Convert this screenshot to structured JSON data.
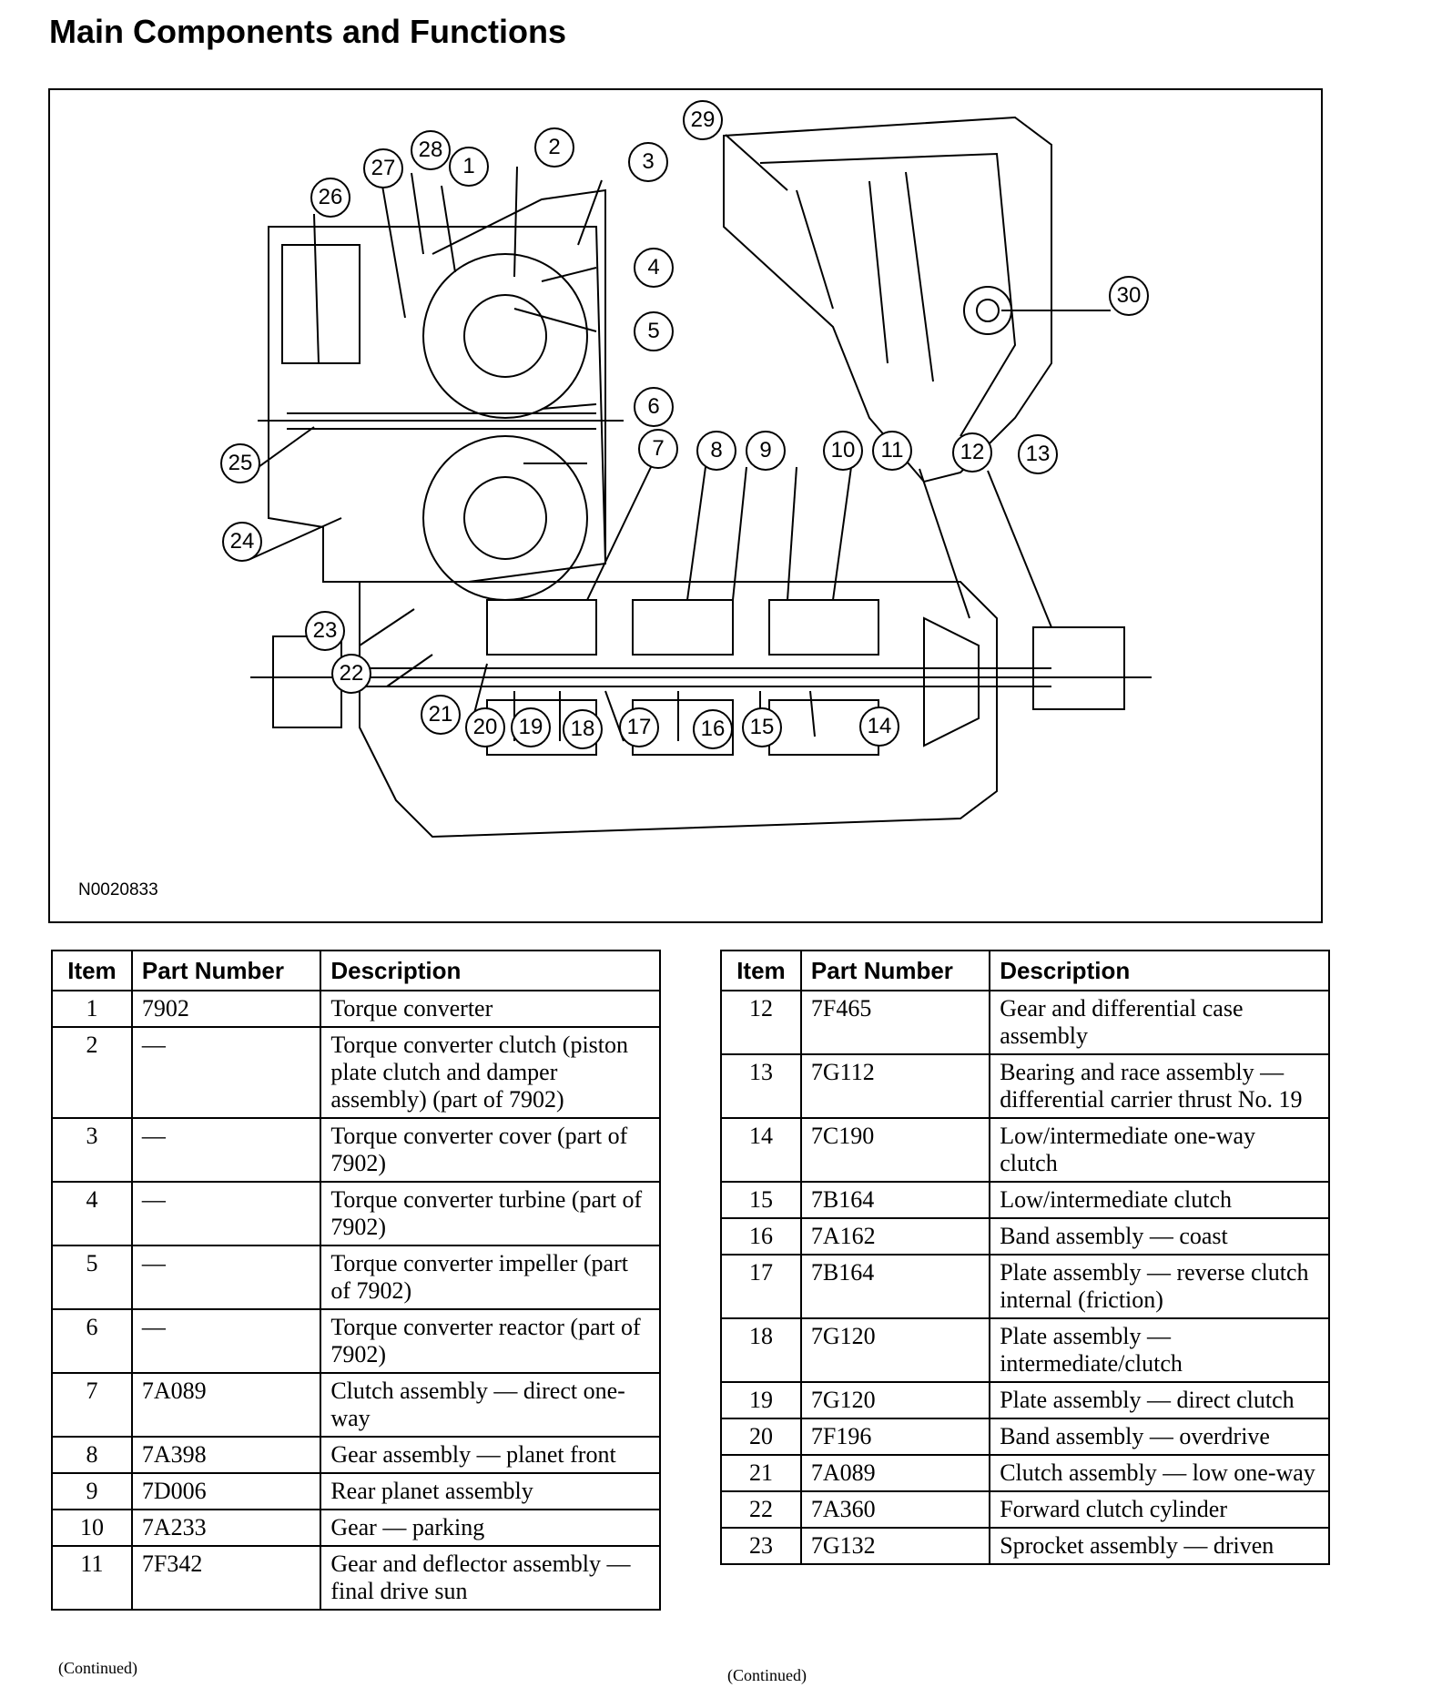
{
  "page_title": "Main Components and Functions",
  "figure": {
    "id": "N0020833",
    "callouts": [
      "1",
      "2",
      "3",
      "4",
      "5",
      "6",
      "7",
      "8",
      "9",
      "10",
      "11",
      "12",
      "13",
      "14",
      "15",
      "16",
      "17",
      "18",
      "19",
      "20",
      "21",
      "22",
      "23",
      "24",
      "25",
      "26",
      "27",
      "28",
      "29",
      "30"
    ]
  },
  "table_headers": {
    "item": "Item",
    "part_number": "Part Number",
    "description": "Description"
  },
  "table_left": [
    {
      "item": "1",
      "part": "7902",
      "desc": "Torque converter"
    },
    {
      "item": "2",
      "part": "—",
      "desc": "Torque converter clutch (piston plate clutch and damper assembly) (part of 7902)"
    },
    {
      "item": "3",
      "part": "—",
      "desc": "Torque converter cover (part of 7902)"
    },
    {
      "item": "4",
      "part": "—",
      "desc": "Torque converter turbine (part of 7902)"
    },
    {
      "item": "5",
      "part": "—",
      "desc": "Torque converter impeller (part of 7902)"
    },
    {
      "item": "6",
      "part": "—",
      "desc": "Torque converter reactor (part of 7902)"
    },
    {
      "item": "7",
      "part": "7A089",
      "desc": "Clutch assembly — direct one-way"
    },
    {
      "item": "8",
      "part": "7A398",
      "desc": "Gear assembly — planet front"
    },
    {
      "item": "9",
      "part": "7D006",
      "desc": "Rear planet assembly"
    },
    {
      "item": "10",
      "part": "7A233",
      "desc": "Gear — parking"
    },
    {
      "item": "11",
      "part": "7F342",
      "desc": "Gear and deflector assembly — final drive sun"
    }
  ],
  "table_right": [
    {
      "item": "12",
      "part": "7F465",
      "desc": "Gear and differential case assembly"
    },
    {
      "item": "13",
      "part": "7G112",
      "desc": "Bearing and race assembly — differential carrier thrust No. 19"
    },
    {
      "item": "14",
      "part": "7C190",
      "desc": "Low/intermediate one-way clutch"
    },
    {
      "item": "15",
      "part": "7B164",
      "desc": "Low/intermediate clutch"
    },
    {
      "item": "16",
      "part": "7A162",
      "desc": "Band assembly — coast"
    },
    {
      "item": "17",
      "part": "7B164",
      "desc": "Plate assembly — reverse clutch internal (friction)"
    },
    {
      "item": "18",
      "part": "7G120",
      "desc": "Plate assembly — intermediate/clutch"
    },
    {
      "item": "19",
      "part": "7G120",
      "desc": "Plate assembly — direct clutch"
    },
    {
      "item": "20",
      "part": "7F196",
      "desc": "Band assembly — overdrive"
    },
    {
      "item": "21",
      "part": "7A089",
      "desc": "Clutch assembly — low one-way"
    },
    {
      "item": "22",
      "part": "7A360",
      "desc": "Forward clutch cylinder"
    },
    {
      "item": "23",
      "part": "7G132",
      "desc": "Sprocket assembly — driven"
    }
  ],
  "continued_label": "(Continued)"
}
